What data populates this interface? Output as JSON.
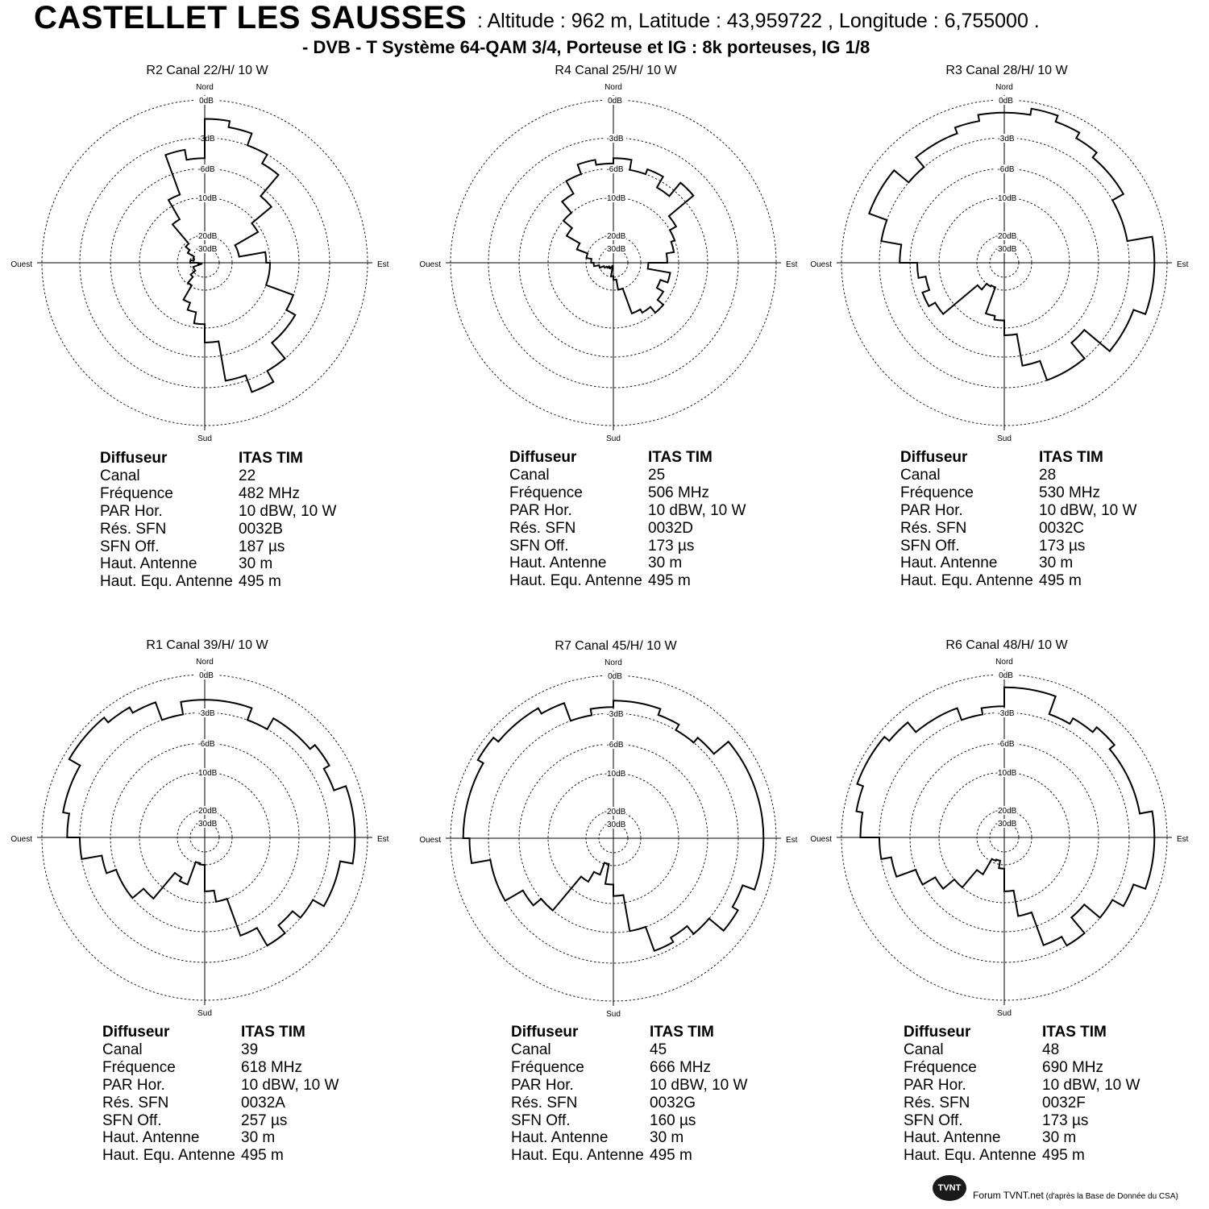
{
  "header": {
    "title": "CASTELLET LES SAUSSES",
    "meta": ": Altitude :  962 m, Latitude :  43,959722 ,  Longitude :  6,755000  .",
    "subtitle": "- DVB - T    Système 64-QAM 3/4,  Porteuse et IG : 8k porteuses, IG 1/8"
  },
  "footer": {
    "logo_text": "TVNT",
    "site": "Forum TVNT.net",
    "source": " (d'après la Base de Donnée du CSA)"
  },
  "chart_data": [
    {
      "type": "polar",
      "title": "R2  Canal 22/H/  10 W",
      "directions": {
        "north": "Nord",
        "south": "Sud",
        "east": "Est",
        "west": "Ouest"
      },
      "ring_labels": [
        "0 dB",
        "-3 dB",
        "-6 dB",
        "-10 dB",
        "-20 dB",
        "-30 dB"
      ],
      "azimuth_step_deg": 10,
      "unit": "relative attenuation (dB)",
      "values_db": [
        -1.5,
        -2,
        -3,
        -4,
        -7,
        -11,
        -18,
        -18,
        -11,
        -10,
        -10,
        -6,
        -5,
        -5,
        -3,
        -2,
        -3.5,
        -8,
        -11,
        -14,
        -16,
        -21,
        -27,
        -32,
        -32,
        -40,
        -37,
        -30,
        -33,
        -32,
        -26,
        -22,
        -14,
        -9,
        -4,
        -5
      ]
    },
    {
      "type": "polar",
      "title": "R4  Canal 25/H/  10 W",
      "directions": {
        "north": "Nord",
        "south": "Sud",
        "east": "Est",
        "west": "Ouest"
      },
      "ring_labels": [
        "0 dB",
        "-3 dB",
        "-6 dB",
        "-10 dB",
        "-20 dB",
        "-30 dB"
      ],
      "azimuth_step_deg": 10,
      "unit": "relative attenuation (dB)",
      "values_db": [
        -5,
        -6,
        -5.5,
        -7,
        -5,
        -9,
        -10,
        -11,
        -13,
        -18,
        -12,
        -14,
        -12,
        -10,
        -12,
        -13,
        -20,
        -28,
        -31,
        -40,
        -38,
        -37,
        -38,
        -36,
        -34,
        -30,
        -26,
        -24,
        -20,
        -17,
        -13,
        -10,
        -8,
        -6,
        -5,
        -5.5
      ]
    },
    {
      "type": "polar",
      "title": "R3  Canal 28/H/  10 W",
      "directions": {
        "north": "Nord",
        "south": "Sud",
        "east": "Est",
        "west": "Ouest"
      },
      "ring_labels": [
        "0 dB",
        "-3 dB",
        "-6 dB",
        "-10 dB",
        "-20 dB",
        "-30 dB"
      ],
      "azimuth_step_deg": 10,
      "unit": "relative attenuation (dB)",
      "values_db": [
        -1,
        -0.5,
        -1,
        -1.5,
        -2,
        -2,
        -3,
        -3,
        -1,
        -1,
        -1,
        -2,
        -2,
        -5,
        -3,
        -3,
        -5,
        -9,
        -12,
        -13,
        -21,
        -20,
        -18,
        -8,
        -7,
        -8,
        -7,
        -5,
        -3,
        -1.5,
        -1.5,
        -3,
        -2,
        -2,
        -1.5,
        -1
      ]
    },
    {
      "type": "polar",
      "title": "R1  Canal 39/H/  10 W",
      "directions": {
        "north": "Nord",
        "south": "Sud",
        "east": "Est",
        "west": "Ouest"
      },
      "ring_labels": [
        "0 dB",
        "-3 dB",
        "-6 dB",
        "-10 dB",
        "-20 dB",
        "-30 dB"
      ],
      "azimuth_step_deg": 10,
      "unit": "relative attenuation (dB)",
      "values_db": [
        -2,
        -2,
        -3,
        -2,
        -2,
        -1.5,
        -2,
        -1,
        -1,
        -1,
        -2,
        -2,
        -3,
        -4,
        -3,
        -5,
        -10,
        -13,
        -20,
        -21,
        -14,
        -15,
        -8,
        -6,
        -6,
        -5,
        -3,
        -2,
        -1.5,
        -1.5,
        -0.5,
        -0.5,
        -1,
        -1.5,
        -3,
        -2
      ]
    },
    {
      "type": "polar",
      "title": "R7  Canal 45/H/  10 W",
      "directions": {
        "north": "Nord",
        "south": "Sud",
        "east": "Est",
        "west": "Ouest"
      },
      "ring_labels": [
        "0 dB",
        "-3 dB",
        "-6 dB",
        "-10 dB",
        "-20 dB",
        "-30 dB"
      ],
      "azimuth_step_deg": 10,
      "unit": "relative attenuation (dB)",
      "values_db": [
        -2,
        -2,
        -2.5,
        -3,
        -2.5,
        -1,
        -1,
        -1,
        -1,
        -1,
        -1,
        -2,
        -1.5,
        -3,
        -4,
        -3.5,
        -6,
        -12,
        -15,
        -21,
        -17,
        -14,
        -6,
        -5,
        -3,
        -3,
        -1.5,
        -1,
        -1,
        -1,
        -0.5,
        -1,
        -1,
        -1.5,
        -3,
        -2.5
      ]
    },
    {
      "type": "polar",
      "title": "R6  Canal 48/H/  10 W",
      "directions": {
        "north": "Nord",
        "south": "Sud",
        "east": "Est",
        "west": "Ouest"
      },
      "ring_labels": [
        "0 dB",
        "-3 dB",
        "-6 dB",
        "-10 dB",
        "-20 dB",
        "-30 dB"
      ],
      "azimuth_step_deg": 10,
      "unit": "relative attenuation (dB)",
      "values_db": [
        -1,
        -1,
        -2.5,
        -2,
        -1.5,
        -2,
        -2,
        -2,
        -1,
        -1,
        -1,
        -2,
        -3,
        -5,
        -3,
        -4,
        -8,
        -13,
        -19,
        -23,
        -22,
        -16,
        -10,
        -8,
        -6,
        -4,
        -3,
        -1.5,
        -1,
        -0.5,
        -0.5,
        -1,
        -2,
        -2,
        -3,
        -2.5
      ]
    }
  ],
  "info_panels": [
    {
      "rows": [
        [
          "Diffuseur",
          "ITAS TIM"
        ],
        [
          "Canal",
          "22"
        ],
        [
          "Fréquence",
          "482 MHz"
        ],
        [
          "PAR Hor.",
          "10 dBW, 10 W"
        ],
        [
          "Rés. SFN",
          "0032B"
        ],
        [
          "SFN Off.",
          "187 µs"
        ],
        [
          "Haut. Antenne",
          "30 m"
        ],
        [
          "Haut. Equ. Antenne",
          "495 m"
        ]
      ]
    },
    {
      "rows": [
        [
          "Diffuseur",
          "ITAS TIM"
        ],
        [
          "Canal",
          "25"
        ],
        [
          "Fréquence",
          "506 MHz"
        ],
        [
          "PAR Hor.",
          "10 dBW, 10 W"
        ],
        [
          "Rés. SFN",
          "0032D"
        ],
        [
          "SFN Off.",
          "173 µs"
        ],
        [
          "Haut. Antenne",
          "30 m"
        ],
        [
          "Haut. Equ. Antenne",
          "495 m"
        ]
      ]
    },
    {
      "rows": [
        [
          "Diffuseur",
          "ITAS TIM"
        ],
        [
          "Canal",
          "28"
        ],
        [
          "Fréquence",
          "530 MHz"
        ],
        [
          "PAR Hor.",
          "10 dBW, 10 W"
        ],
        [
          "Rés. SFN",
          "0032C"
        ],
        [
          "SFN Off.",
          "173 µs"
        ],
        [
          "Haut. Antenne",
          "30 m"
        ],
        [
          "Haut. Equ. Antenne",
          "495 m"
        ]
      ]
    },
    {
      "rows": [
        [
          "Diffuseur",
          "ITAS TIM"
        ],
        [
          "Canal",
          "39"
        ],
        [
          "Fréquence",
          "618 MHz"
        ],
        [
          "PAR Hor.",
          "10 dBW, 10 W"
        ],
        [
          "Rés. SFN",
          "0032A"
        ],
        [
          "SFN Off.",
          "257 µs"
        ],
        [
          "Haut. Antenne",
          "30 m"
        ],
        [
          "Haut. Equ. Antenne",
          "495 m"
        ]
      ]
    },
    {
      "rows": [
        [
          "Diffuseur",
          "ITAS TIM"
        ],
        [
          "Canal",
          "45"
        ],
        [
          "Fréquence",
          "666 MHz"
        ],
        [
          "PAR Hor.",
          "10 dBW, 10 W"
        ],
        [
          "Rés. SFN",
          "0032G"
        ],
        [
          "SFN Off.",
          "160 µs"
        ],
        [
          "Haut. Antenne",
          "30 m"
        ],
        [
          "Haut. Equ. Antenne",
          "495 m"
        ]
      ]
    },
    {
      "rows": [
        [
          "Diffuseur",
          "ITAS TIM"
        ],
        [
          "Canal",
          "48"
        ],
        [
          "Fréquence",
          "690 MHz"
        ],
        [
          "PAR Hor.",
          "10 dBW, 10 W"
        ],
        [
          "Rés. SFN",
          "0032F"
        ],
        [
          "SFN Off.",
          "173 µs"
        ],
        [
          "Haut. Antenne",
          "30 m"
        ],
        [
          "Haut. Equ. Antenne",
          "495 m"
        ]
      ]
    }
  ]
}
